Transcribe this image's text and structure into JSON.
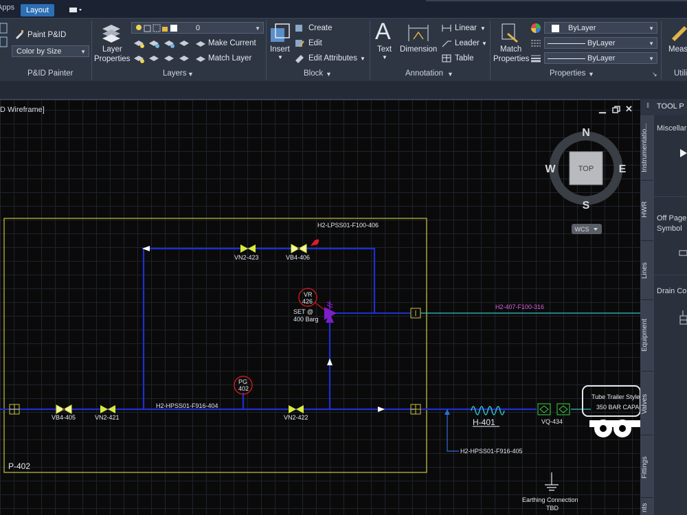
{
  "tabs": {
    "apps_label": "Apps",
    "layout_label": "Layout"
  },
  "ribbon": {
    "pid_painter": {
      "paint_label": "Paint P&ID",
      "color_by_value": "Color by Size",
      "title": "P&ID Painter"
    },
    "layers": {
      "layer_properties_label1": "Layer",
      "layer_properties_label2": "Properties",
      "current_layer": "0",
      "make_current_label": "Make Current",
      "match_layer_label": "Match Layer",
      "title": "Layers"
    },
    "block": {
      "insert_label": "Insert",
      "create_label": "Create",
      "edit_label": "Edit",
      "edit_attributes_label": "Edit Attributes",
      "title": "Block"
    },
    "annotation": {
      "text_label": "Text",
      "dimension_label": "Dimension",
      "linear_label": "Linear",
      "leader_label": "Leader",
      "table_label": "Table",
      "title": "Annotation"
    },
    "properties": {
      "match_label1": "Match",
      "match_label2": "Properties",
      "color_value": "ByLayer",
      "linetype_value": "ByLayer",
      "lineweight_value": "ByLayer",
      "title": "Properties"
    },
    "utilities": {
      "measure_label": "Meas",
      "title": "Utili"
    }
  },
  "viewport": {
    "label": "D Wireframe]"
  },
  "viewcube": {
    "north": "N",
    "south": "S",
    "east": "E",
    "west": "W",
    "face": "TOP",
    "wcs": "WCS"
  },
  "palette": {
    "title": "TOOL P",
    "tabs": [
      "Instrumentatio...",
      "HWR",
      "Lines",
      "Equipment",
      "Valves",
      "Fittings",
      "nts"
    ],
    "sections": [
      "Miscellar",
      "Off Page",
      "Symbol",
      "Drain Co"
    ]
  },
  "drawing": {
    "package_label": "P-402",
    "line_top": "H2-LPSS01-F100-406",
    "line_bottom": "H2-HPSS01-F916-404",
    "line_east": "H2-407-F100-316",
    "line_branch": "H2-HPSS01-F916-405",
    "valves": {
      "vn2_423": "VN2-423",
      "vb4_406": "VB4-406",
      "vb4_405": "VB4-405",
      "vn2_421": "VN2-421",
      "vn2_422": "VN2-422",
      "vq_434": "VQ-434"
    },
    "vr": {
      "tag1": "VR",
      "tag2": "426",
      "set1": "SET @",
      "set2": "400 Barg"
    },
    "pg": {
      "tag1": "PG",
      "tag2": "402"
    },
    "heater": "H-401",
    "trailer": {
      "line1": "Tube Trailer Style",
      "line2": "350 BAR CAPAC"
    },
    "earthing": {
      "line1": "Earthing Connection",
      "line2": "TBD"
    }
  },
  "colors": {
    "ribbon_bg": "#2e3644",
    "accent": "#2d6fb5",
    "pipe": "#1e2fd0",
    "cyan_line": "#31c6c6",
    "package_border": "#c9c43a",
    "valve": "#d8ea3a",
    "instrument": "#c31a1a",
    "relief": "#7b1fc8",
    "label_magenta": "#e05ee0"
  }
}
